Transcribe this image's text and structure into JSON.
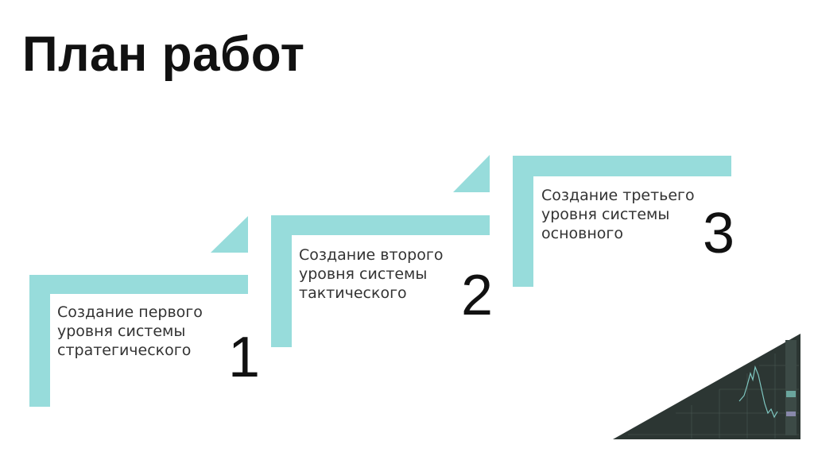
{
  "slide": {
    "title": "План работ",
    "accent_color": "#97dcdb",
    "steps": [
      {
        "number": "1",
        "lines": [
          "Создание первого",
          "уровня системы",
          "стратегического"
        ]
      },
      {
        "number": "2",
        "lines": [
          "Создание второго",
          "уровня системы",
          "тактического"
        ]
      },
      {
        "number": "3",
        "lines": [
          "Создание третьего",
          "уровня системы",
          "основного"
        ]
      }
    ],
    "decoration": {
      "image": "stock-chart-screenshot",
      "dark_color": "#2c3633"
    }
  }
}
